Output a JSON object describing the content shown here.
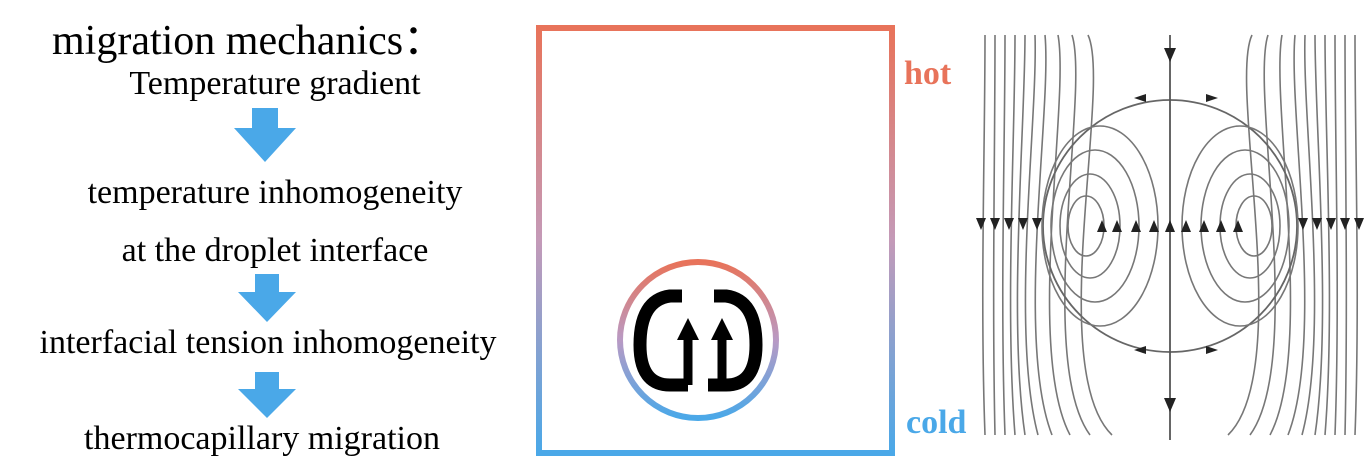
{
  "left_panel": {
    "title": "migration mechanics：",
    "steps": [
      "Temperature gradient",
      "temperature inhomogeneity",
      "at the droplet interface",
      "interfacial tension inhomogeneity",
      "thermocapillary migration"
    ]
  },
  "middle_panel": {
    "hot_label": "hot",
    "cold_label": "cold"
  },
  "colors": {
    "hot": "#e8735a",
    "cold": "#4aa8e8",
    "arrow": "#4aa8e8",
    "streamline": "#666666"
  }
}
